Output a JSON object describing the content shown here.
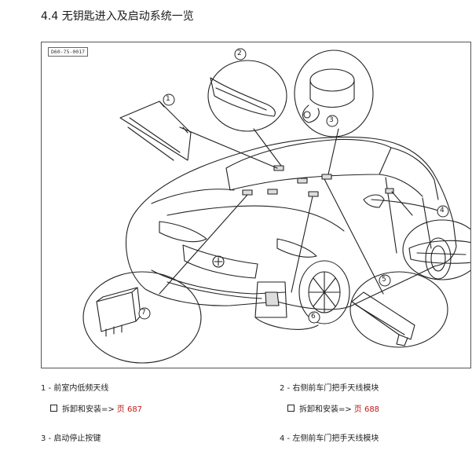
{
  "page_title": "4.4 无钥匙进入及启动系统一览",
  "figure": {
    "code": "D60-75-0017",
    "callouts": [
      "1",
      "2",
      "3",
      "4",
      "5",
      "6",
      "7"
    ]
  },
  "items": [
    {
      "label": "1 - 前室内低频天线",
      "action": "拆卸和安装=>",
      "page_prefix": "页",
      "page": "687"
    },
    {
      "label": "2 - 右侧前车门把手天线模块",
      "action": "拆卸和安装=>",
      "page_prefix": "页",
      "page": "688"
    },
    {
      "label": "3 - 启动停止按键"
    },
    {
      "label": "4 - 左侧前车门把手天线模块"
    }
  ],
  "colors": {
    "link": "#c01a1a",
    "line": "#222222"
  }
}
